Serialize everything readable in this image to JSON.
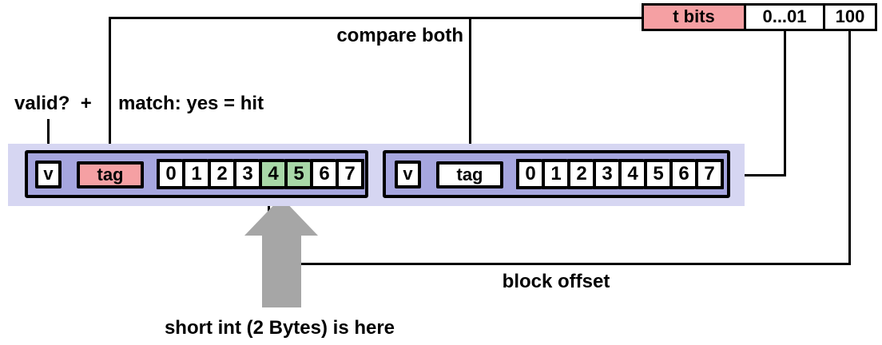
{
  "address_word": {
    "fields": [
      {
        "name": "tag-bits",
        "label": "t bits",
        "highlight": "pink"
      },
      {
        "name": "set-index",
        "label": "0...01",
        "highlight": ""
      },
      {
        "name": "block-offset",
        "label": "100",
        "highlight": ""
      }
    ]
  },
  "annotations": {
    "compare_both": "compare both",
    "valid_check": "valid?  +",
    "match_result": "match: yes = hit",
    "block_offset": "block offset",
    "short_int_note": "short int (2 Bytes) is here"
  },
  "cache_sets": [
    {
      "valid_label": "v",
      "tag_label": "tag",
      "tag_highlight": "pink",
      "bytes": [
        {
          "label": "0",
          "hl": ""
        },
        {
          "label": "1",
          "hl": ""
        },
        {
          "label": "2",
          "hl": ""
        },
        {
          "label": "3",
          "hl": ""
        },
        {
          "label": "4",
          "hl": "green"
        },
        {
          "label": "5",
          "hl": "green"
        },
        {
          "label": "6",
          "hl": ""
        },
        {
          "label": "7",
          "hl": ""
        }
      ]
    },
    {
      "valid_label": "v",
      "tag_label": "tag",
      "tag_highlight": "",
      "bytes": [
        {
          "label": "0",
          "hl": ""
        },
        {
          "label": "1",
          "hl": ""
        },
        {
          "label": "2",
          "hl": ""
        },
        {
          "label": "3",
          "hl": ""
        },
        {
          "label": "4",
          "hl": ""
        },
        {
          "label": "5",
          "hl": ""
        },
        {
          "label": "6",
          "hl": ""
        },
        {
          "label": "7",
          "hl": ""
        }
      ]
    }
  ],
  "colors": {
    "highlight_pink": "#F5A0A3",
    "highlight_green": "#A8D8A8",
    "set_purple": "#A6A6DF",
    "row_lavender": "#D6D6F2",
    "arrow_gray": "#A6A6A6",
    "line_black": "#000000"
  }
}
